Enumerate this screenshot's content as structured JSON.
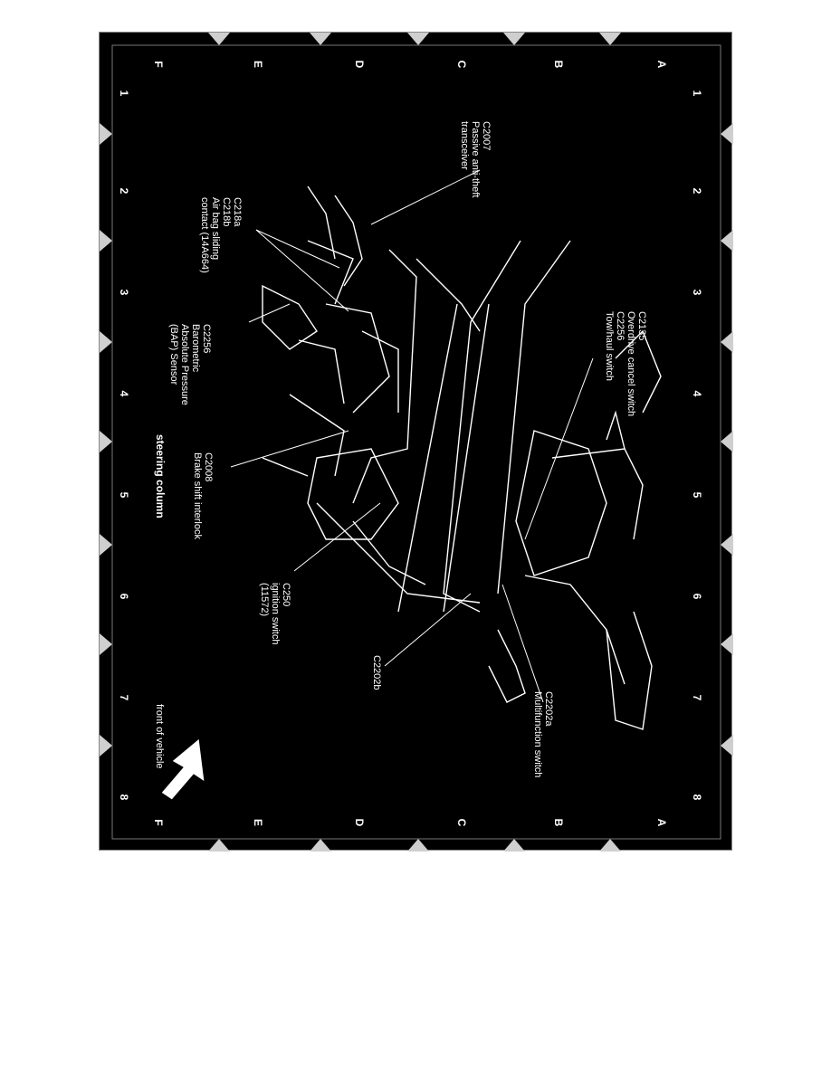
{
  "grid": {
    "numbers": [
      "1",
      "2",
      "3",
      "4",
      "5",
      "6",
      "7",
      "8"
    ],
    "letters": [
      "A",
      "B",
      "C",
      "D",
      "E",
      "F"
    ]
  },
  "title": "steering column",
  "labels": {
    "c2007": [
      "C2007",
      "Passive anti-theft",
      "transceiver"
    ],
    "c218": [
      "C218a",
      "C218b",
      "Air bag sliding",
      "contact (14A664)"
    ],
    "c2256": [
      "C2256",
      "Barometric",
      "Absolute Pressure",
      "(BAP) Sensor"
    ],
    "c2008": [
      "C2008",
      "Brake shift interlock"
    ],
    "c250": [
      "C250",
      "ignition switch",
      "(11572)"
    ],
    "c2202b": [
      "C2202b"
    ],
    "c2135": [
      "C2135",
      "Overdrive cancel switch",
      "C2256",
      "Tow/haul switch"
    ],
    "c2202a": [
      "C2202a",
      "Multifunction switch"
    ],
    "front": [
      "front of vehicle"
    ]
  }
}
